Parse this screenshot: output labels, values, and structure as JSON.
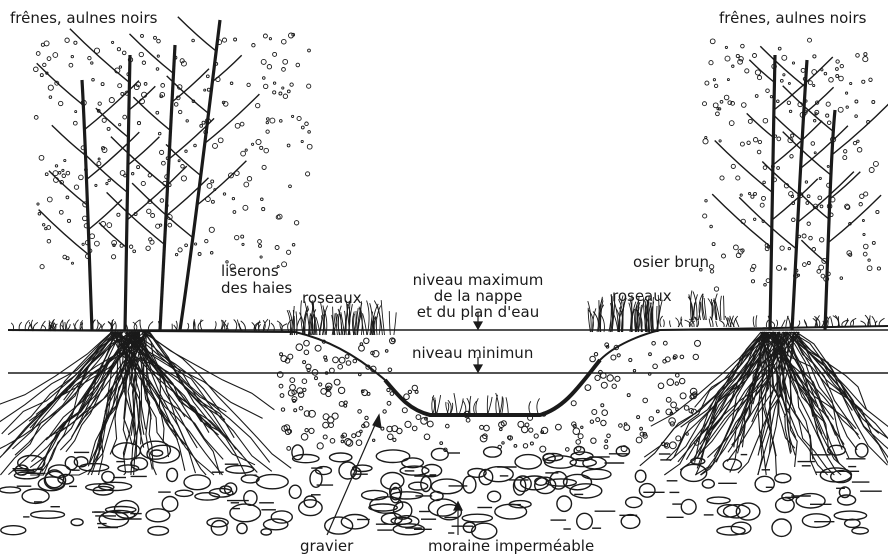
{
  "labels": {
    "trees_left": "frênes, aulnes noirs",
    "trees_right": "frênes, aulnes noirs",
    "liserons_line1": "liserons",
    "liserons_line2": "des haies",
    "roseaux_left": "roseaux",
    "roseaux_right": "roseaux",
    "niveau_max_line1": "niveau maximum",
    "niveau_max_line2": "de la nappe",
    "niveau_max_line3": "et du plan d'eau",
    "niveau_min": "niveau minimun",
    "osier": "osier brun",
    "gravier": "gravier",
    "moraine": "moraine imperméable"
  },
  "colors": {
    "ink": "#1a1a1a",
    "paper": "#ffffff"
  }
}
